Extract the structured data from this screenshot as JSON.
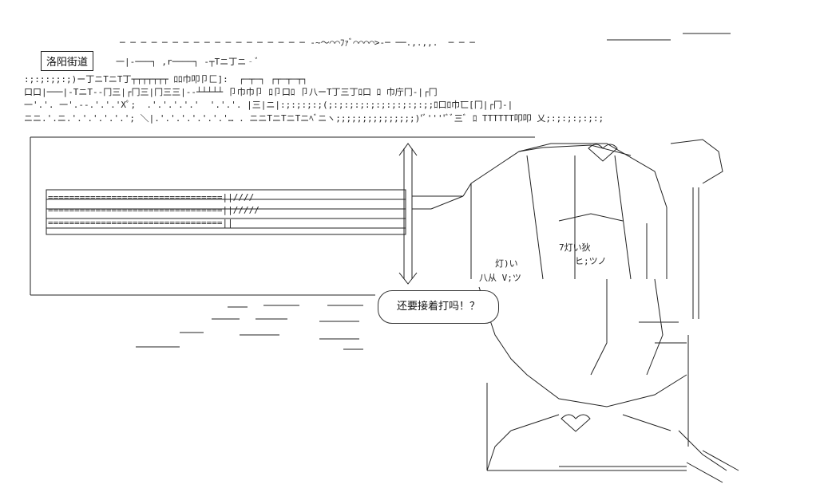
{
  "sign": {
    "label": "洛阳街道"
  },
  "speech": {
    "text": "还要接着打吗！？"
  },
  "ascii_lines": [
    "─ ─ ─ ─ ─ ─ ─ ─ ─ ─ ─ ─ ─ ─ ─ ─ ─ ─ ‐~～⌒⌒ﾌｧﾞ⌒⌒⌒⌒>‐─ ──.,.,,.  ─ ─ ─",
    "一|‐───┐ ,r────┐ ‐┬Tニ丁ニ‐ﾞ     ",
    ":;:;:;;:;)ー丁ニTニT丁┬┬┬┬┬┬┬ ﾛﾛ巾叩卩匚]:  ┌─┬─┐ ┌┬─┬─┬┐",
    "口口|───|‐TニT‐‐冂三|┌冂三|冂三三|‐‐┴┴┴┴┴ 卩巾巾卩 ﾛ卩口ﾛ 卩八ーT丁三丁ﾛ口 ﾛ 巾庁冂‐|┌冂",
    "一'.'. 一'.‐‐.'.'.'Xﾟ;  .'.'.'.'.'  '.'.'. |三|ニ|:;:;:;:;(;:;:;:;:;:;:;:;:;:;;ﾛ口ﾛ巾匸[冂|┌冂‐|",
    "ニニ.'.ニ.'.'.'.'.'.'; ＼|.'.'.'.'.'.'.'… . ニニTニTニTニﾍﾞニヽ;;;;;;;;;;;;;;;)'ﾞ''''ﾞﾞ三ﾞ ﾛ TTTTTT叩叩 乂;:;:;:;:;:;"
  ],
  "blade_lines": [
    "=================================||//// ",
    "=================================||/////",
    "=================================||     "
  ],
  "katana_text": [
    "7灯い狄",
    "ヒ;ツノ",
    "灯)い",
    "八从 V;ツ"
  ]
}
